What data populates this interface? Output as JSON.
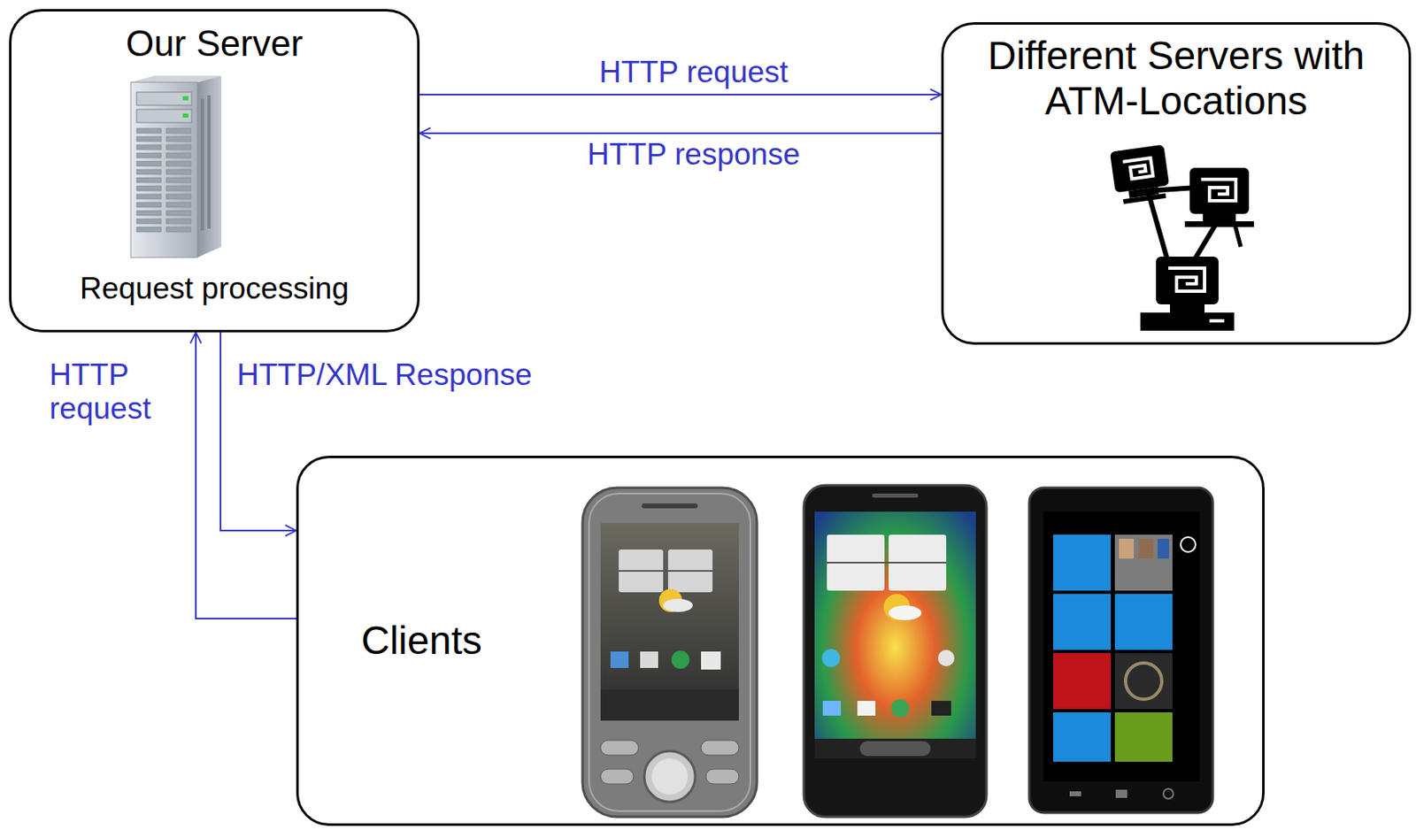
{
  "diagram": {
    "nodes": [
      {
        "text": [
          "Our Server",
          "Request processing"
        ]
      },
      {
        "text": [
          "Different Servers with ATM-Locations"
        ]
      },
      {
        "text": [
          "Clients"
        ]
      }
    ],
    "edges": [
      {
        "from": 0,
        "to": 1,
        "arrow": "to",
        "label": "HTTP request"
      },
      {
        "from": 1,
        "to": 0,
        "arrow": "to",
        "label": "HTTP response"
      },
      {
        "from": 2,
        "to": 0,
        "arrow": "to",
        "label": "HTTP request"
      },
      {
        "from": 0,
        "to": 2,
        "arrow": "to",
        "label": "HTTP/XML Response"
      }
    ]
  }
}
